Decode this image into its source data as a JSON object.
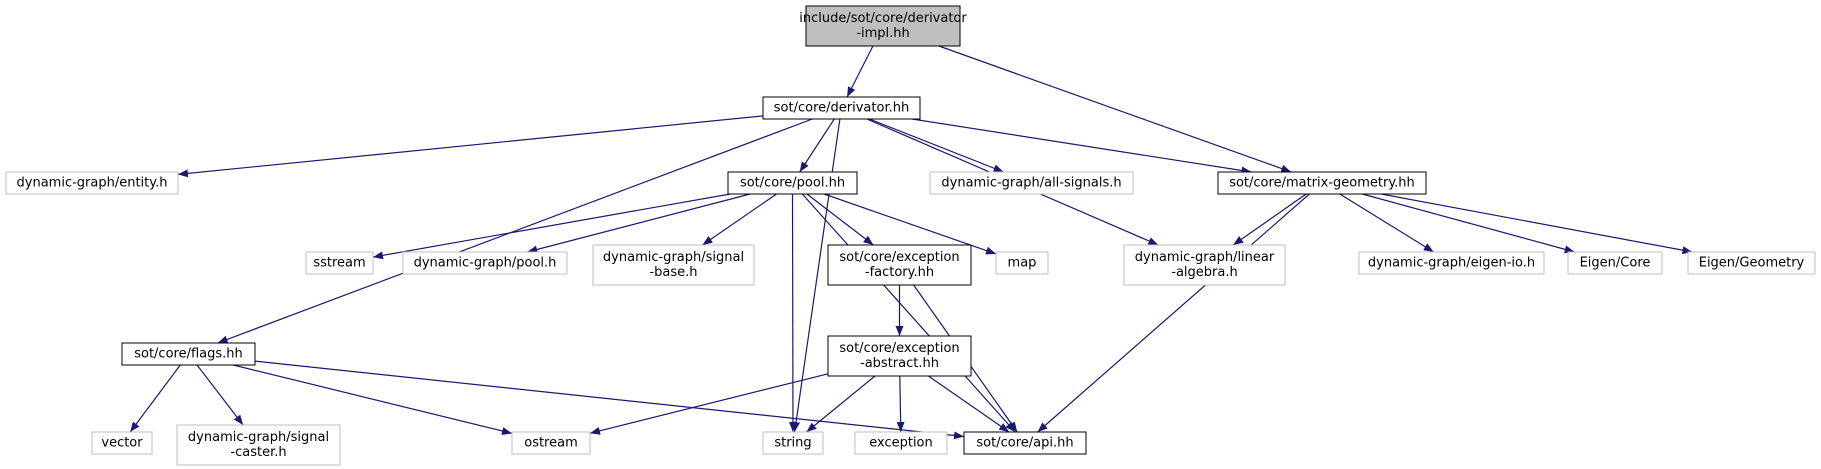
{
  "graph": {
    "colors": {
      "edge": "#191970",
      "root_fill": "#bfbfbf",
      "root_border": "#000000",
      "local_border": "#000000",
      "external_border": "#bfbfbf",
      "background": "#ffffff"
    },
    "nodes": [
      {
        "id": "derivator_impl",
        "lines": [
          "include/sot/core/derivator",
          "-impl.hh"
        ],
        "kind": "root"
      },
      {
        "id": "derivator",
        "lines": [
          "sot/core/derivator.hh"
        ],
        "kind": "local"
      },
      {
        "id": "entity",
        "lines": [
          "dynamic-graph/entity.h"
        ],
        "kind": "external"
      },
      {
        "id": "pool",
        "lines": [
          "sot/core/pool.hh"
        ],
        "kind": "local"
      },
      {
        "id": "all_signals",
        "lines": [
          "dynamic-graph/all-signals.h"
        ],
        "kind": "external"
      },
      {
        "id": "matrix_geometry",
        "lines": [
          "sot/core/matrix-geometry.hh"
        ],
        "kind": "local"
      },
      {
        "id": "sstream",
        "lines": [
          "sstream"
        ],
        "kind": "external"
      },
      {
        "id": "dg_pool",
        "lines": [
          "dynamic-graph/pool.h"
        ],
        "kind": "external"
      },
      {
        "id": "signal_base",
        "lines": [
          "dynamic-graph/signal",
          "-base.h"
        ],
        "kind": "external"
      },
      {
        "id": "exception_factory",
        "lines": [
          "sot/core/exception",
          "-factory.hh"
        ],
        "kind": "local"
      },
      {
        "id": "map",
        "lines": [
          "map"
        ],
        "kind": "external"
      },
      {
        "id": "linear_algebra",
        "lines": [
          "dynamic-graph/linear",
          "-algebra.h"
        ],
        "kind": "external"
      },
      {
        "id": "eigen_io",
        "lines": [
          "dynamic-graph/eigen-io.h"
        ],
        "kind": "external"
      },
      {
        "id": "eigen_core",
        "lines": [
          "Eigen/Core"
        ],
        "kind": "external"
      },
      {
        "id": "eigen_geometry",
        "lines": [
          "Eigen/Geometry"
        ],
        "kind": "external"
      },
      {
        "id": "flags",
        "lines": [
          "sot/core/flags.hh"
        ],
        "kind": "local"
      },
      {
        "id": "exception_abstract",
        "lines": [
          "sot/core/exception",
          "-abstract.hh"
        ],
        "kind": "local"
      },
      {
        "id": "vector",
        "lines": [
          "vector"
        ],
        "kind": "external"
      },
      {
        "id": "signal_caster",
        "lines": [
          "dynamic-graph/signal",
          "-caster.h"
        ],
        "kind": "external"
      },
      {
        "id": "ostream",
        "lines": [
          "ostream"
        ],
        "kind": "external"
      },
      {
        "id": "string",
        "lines": [
          "string"
        ],
        "kind": "external"
      },
      {
        "id": "exception",
        "lines": [
          "exception"
        ],
        "kind": "external"
      },
      {
        "id": "api",
        "lines": [
          "sot/core/api.hh"
        ],
        "kind": "local"
      }
    ],
    "edges": [
      {
        "from": "derivator_impl",
        "to": "derivator"
      },
      {
        "from": "derivator_impl",
        "to": "matrix_geometry"
      },
      {
        "from": "derivator",
        "to": "entity"
      },
      {
        "from": "derivator",
        "to": "flags"
      },
      {
        "from": "derivator",
        "to": "string"
      },
      {
        "from": "derivator",
        "to": "pool"
      },
      {
        "from": "derivator",
        "to": "all_signals"
      },
      {
        "from": "derivator",
        "to": "linear_algebra"
      },
      {
        "from": "derivator",
        "to": "matrix_geometry"
      },
      {
        "from": "pool",
        "to": "sstream"
      },
      {
        "from": "pool",
        "to": "dg_pool"
      },
      {
        "from": "pool",
        "to": "signal_base"
      },
      {
        "from": "pool",
        "to": "string"
      },
      {
        "from": "pool",
        "to": "exception_factory"
      },
      {
        "from": "pool",
        "to": "map"
      },
      {
        "from": "pool",
        "to": "api"
      },
      {
        "from": "matrix_geometry",
        "to": "linear_algebra"
      },
      {
        "from": "matrix_geometry",
        "to": "api"
      },
      {
        "from": "matrix_geometry",
        "to": "eigen_io"
      },
      {
        "from": "matrix_geometry",
        "to": "eigen_core"
      },
      {
        "from": "matrix_geometry",
        "to": "eigen_geometry"
      },
      {
        "from": "exception_factory",
        "to": "exception_abstract"
      },
      {
        "from": "exception_factory",
        "to": "api"
      },
      {
        "from": "exception_abstract",
        "to": "ostream"
      },
      {
        "from": "exception_abstract",
        "to": "string"
      },
      {
        "from": "exception_abstract",
        "to": "exception"
      },
      {
        "from": "exception_abstract",
        "to": "api"
      },
      {
        "from": "flags",
        "to": "vector"
      },
      {
        "from": "flags",
        "to": "signal_caster"
      },
      {
        "from": "flags",
        "to": "ostream"
      },
      {
        "from": "flags",
        "to": "api"
      }
    ]
  }
}
